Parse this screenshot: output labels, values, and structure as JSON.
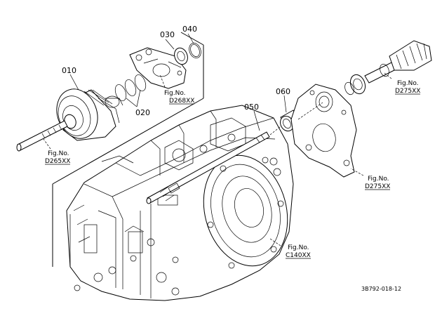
{
  "callouts": [
    {
      "id": "c010",
      "text": "010"
    },
    {
      "id": "c020",
      "text": "020"
    },
    {
      "id": "c030",
      "text": "030"
    },
    {
      "id": "c040",
      "text": "040"
    },
    {
      "id": "c050",
      "text": "050"
    },
    {
      "id": "c060",
      "text": "060"
    }
  ],
  "references": [
    {
      "id": "r_d265",
      "line1": "Fig.No.",
      "line2": "D265XX"
    },
    {
      "id": "r_d268",
      "line1": "Fig.No.",
      "line2": "D268XX"
    },
    {
      "id": "r_d275a",
      "line1": "Fig.No.",
      "line2": "D275XX"
    },
    {
      "id": "r_d275b",
      "line1": "Fig.No.",
      "line2": "D275XX"
    },
    {
      "id": "r_c140",
      "line1": "Fig.No.",
      "line2": "C140XX"
    }
  ],
  "drawing_code": "3B792-018-12"
}
